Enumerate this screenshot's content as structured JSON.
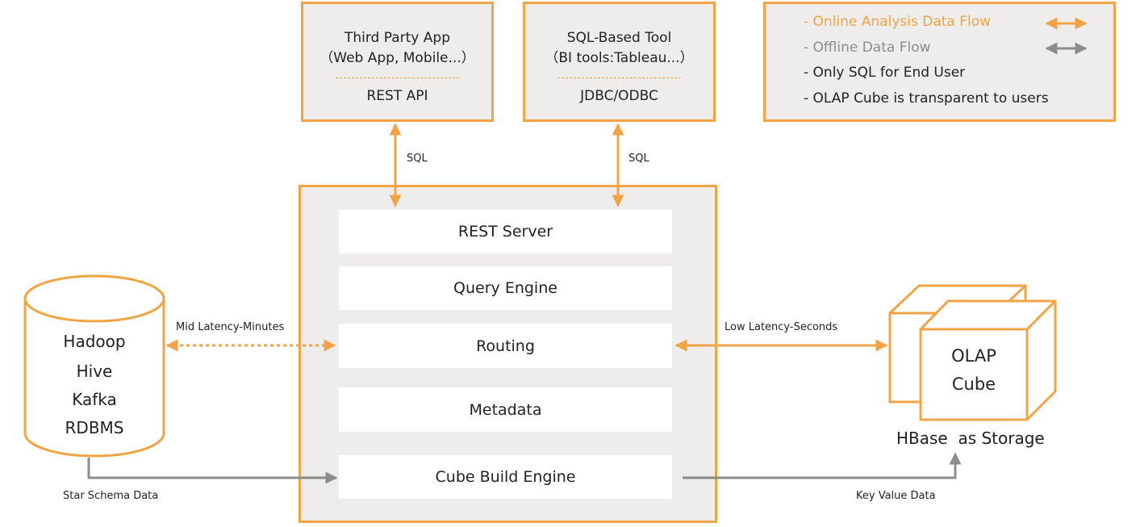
{
  "clients": [
    {
      "title": "Third Party App",
      "subtitle": "（Web App, Mobile...）",
      "api": "REST API",
      "flow_label": "SQL"
    },
    {
      "title": "SQL-Based Tool",
      "subtitle": "（BI tools:Tableau...）",
      "api": "JDBC/ODBC",
      "flow_label": "SQL"
    }
  ],
  "legend": {
    "online": "- Online Analysis Data Flow",
    "offline": "- Offline Data Flow",
    "note1": "- Only SQL for End User",
    "note2": "- OLAP Cube is transparent to users"
  },
  "server_layers": [
    "REST Server",
    "Query Engine",
    "Routing",
    "Metadata",
    "Cube Build Engine"
  ],
  "source": {
    "lines": [
      "Hadoop",
      "Hive",
      "Kafka",
      "RDBMS"
    ]
  },
  "cube": {
    "lines": [
      "OLAP",
      "Cube"
    ],
    "caption": "HBase  as Storage"
  },
  "edges": {
    "mid_latency": "Mid Latency-Minutes",
    "low_latency": "Low Latency-Seconds",
    "star_schema": "Star Schema Data",
    "key_value": "Key Value Data"
  },
  "colors": {
    "accent": "#f0a445",
    "offline": "#8c8c8c",
    "panel": "#eeedeb"
  }
}
